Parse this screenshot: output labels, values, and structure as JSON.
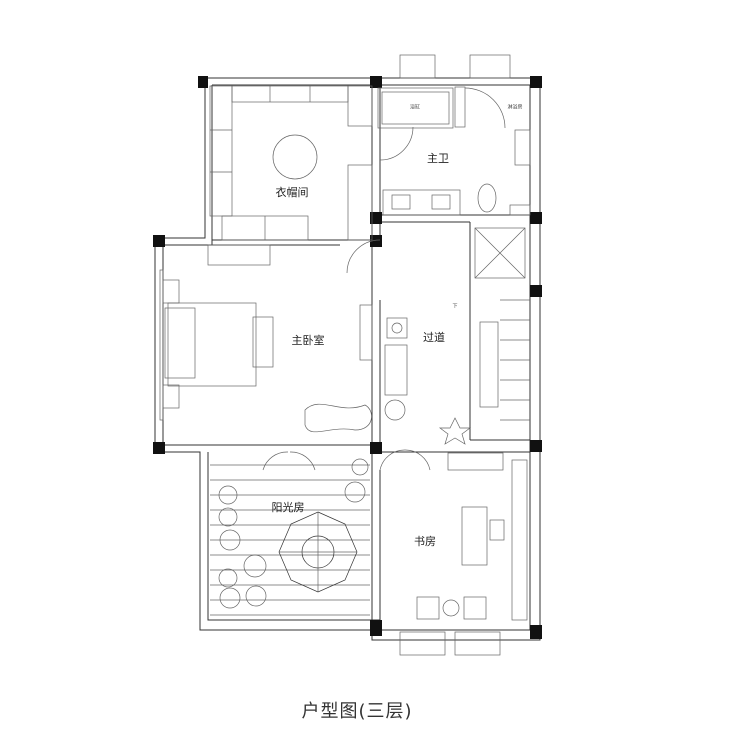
{
  "rooms": {
    "closet": "衣帽间",
    "master_bath": "主卫",
    "master_bedroom": "主卧室",
    "corridor": "过道",
    "sunroom": "阳光房",
    "study": "书房"
  },
  "fixtures": {
    "bathtub": "浴缸",
    "shower": "淋浴房",
    "stairs_down": "下"
  },
  "title": "户型图(三层)"
}
